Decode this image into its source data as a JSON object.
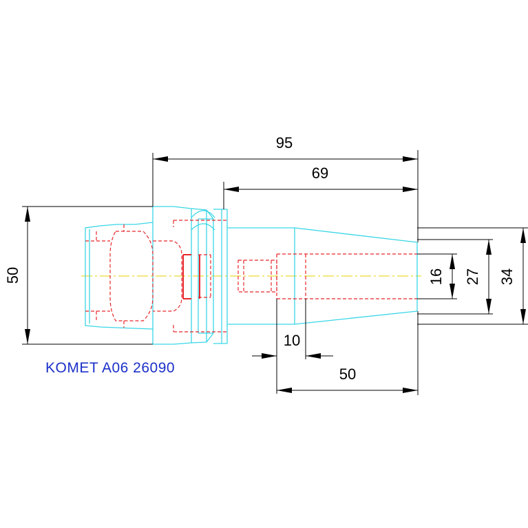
{
  "drawing": {
    "part_label": "KOMET A06 26090",
    "dimensions": {
      "overall_length": "95",
      "shank_length": "69",
      "height": "50",
      "diameter_16": "16",
      "diameter_27": "27",
      "diameter_34": "34",
      "thread_offset": "10",
      "bore_depth": "50"
    },
    "colors": {
      "outline": "#39d6e6",
      "hidden": "#e8262a",
      "centerline": "#e6d200",
      "dimension": "#000000",
      "label": "#1a2fc8"
    }
  }
}
